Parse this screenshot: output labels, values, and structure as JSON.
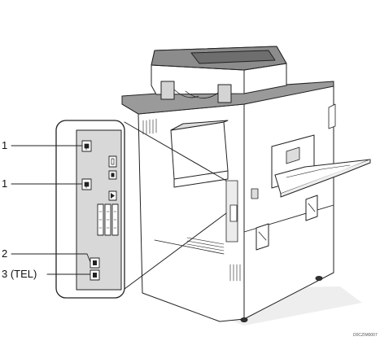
{
  "callouts": [
    {
      "id": "port-1a",
      "label": "1"
    },
    {
      "id": "port-1b",
      "label": "1"
    },
    {
      "id": "port-2",
      "label": "2"
    },
    {
      "id": "port-3",
      "label": "3 (TEL)"
    }
  ],
  "figure_code": "D0CZIM0007",
  "colors": {
    "line": "#222222",
    "panel_fill": "#d8d8d8",
    "body_fill": "#ffffff",
    "shade": "#e6e6e6",
    "dark": "#555555"
  }
}
